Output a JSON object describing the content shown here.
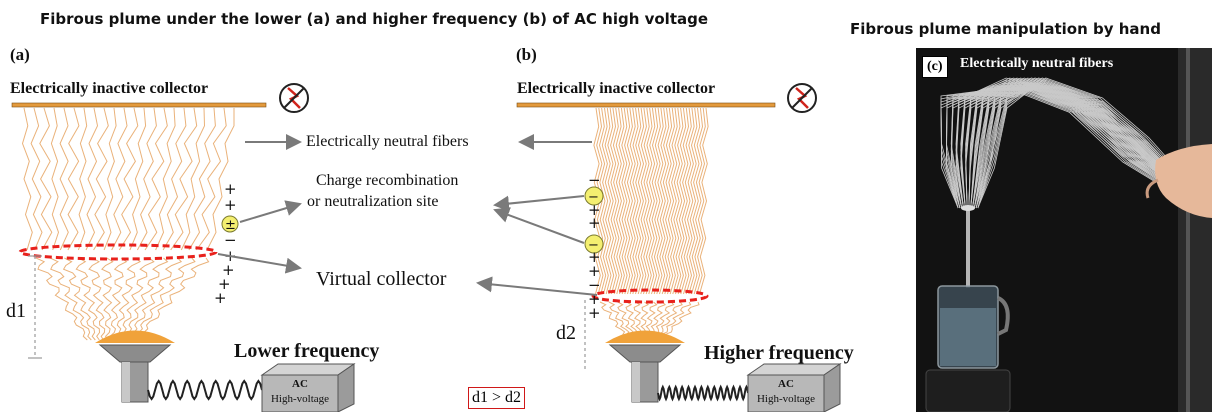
{
  "titles": {
    "left": "Fibrous plume under the lower (a) and higher frequency (b) of AC high voltage",
    "right": "Fibrous plume manipulation by hand"
  },
  "panel_a": {
    "letter": "(a)",
    "collector": "Electrically inactive collector",
    "distance": "d1",
    "frequency": "Lower frequency",
    "ac_top": "AC",
    "ac_bottom": "High-voltage"
  },
  "panel_b": {
    "letter": "(b)",
    "collector": "Electrically inactive collector",
    "distance": "d2",
    "frequency": "Higher frequency",
    "ac_top": "AC",
    "ac_bottom": "High-voltage"
  },
  "annotations": {
    "neutral_fibers": "Electrically neutral fibers",
    "recombination_line1": "Charge recombination",
    "recombination_line2": "or neutralization site",
    "virtual_collector": "Virtual collector",
    "inequality": "d1 > d2"
  },
  "panel_c": {
    "letter": "(c)",
    "caption": "Electrically neutral fibers"
  },
  "colors": {
    "fiber": "#eab27a",
    "collector_bar": "#e39a3c",
    "virtual_ring": "#e8211c",
    "nozzle_orange": "#f0a23a",
    "nozzle_gray": "#8c8c8c",
    "charge_bubble": "#f4ef70",
    "arrow": "#7a7a7a"
  },
  "icons": {
    "no_charge": "no-electricity-icon"
  }
}
